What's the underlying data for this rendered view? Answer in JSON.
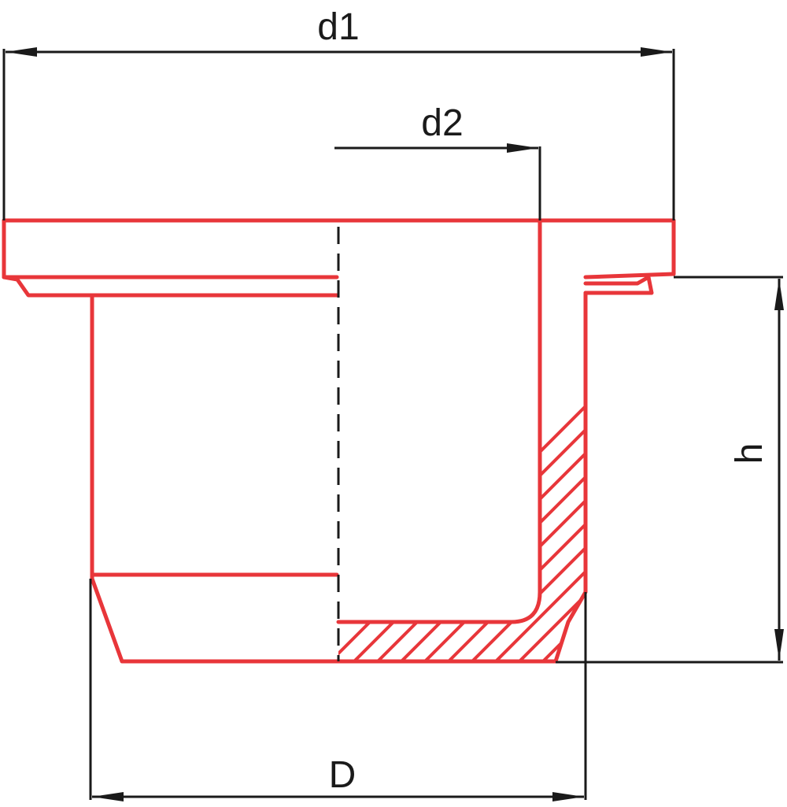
{
  "labels": {
    "d1": "d1",
    "d2": "d2",
    "h": "h",
    "D": "D"
  },
  "colors": {
    "part": "#e8363a",
    "dimension": "#1a1a1a",
    "background": "#ffffff"
  }
}
